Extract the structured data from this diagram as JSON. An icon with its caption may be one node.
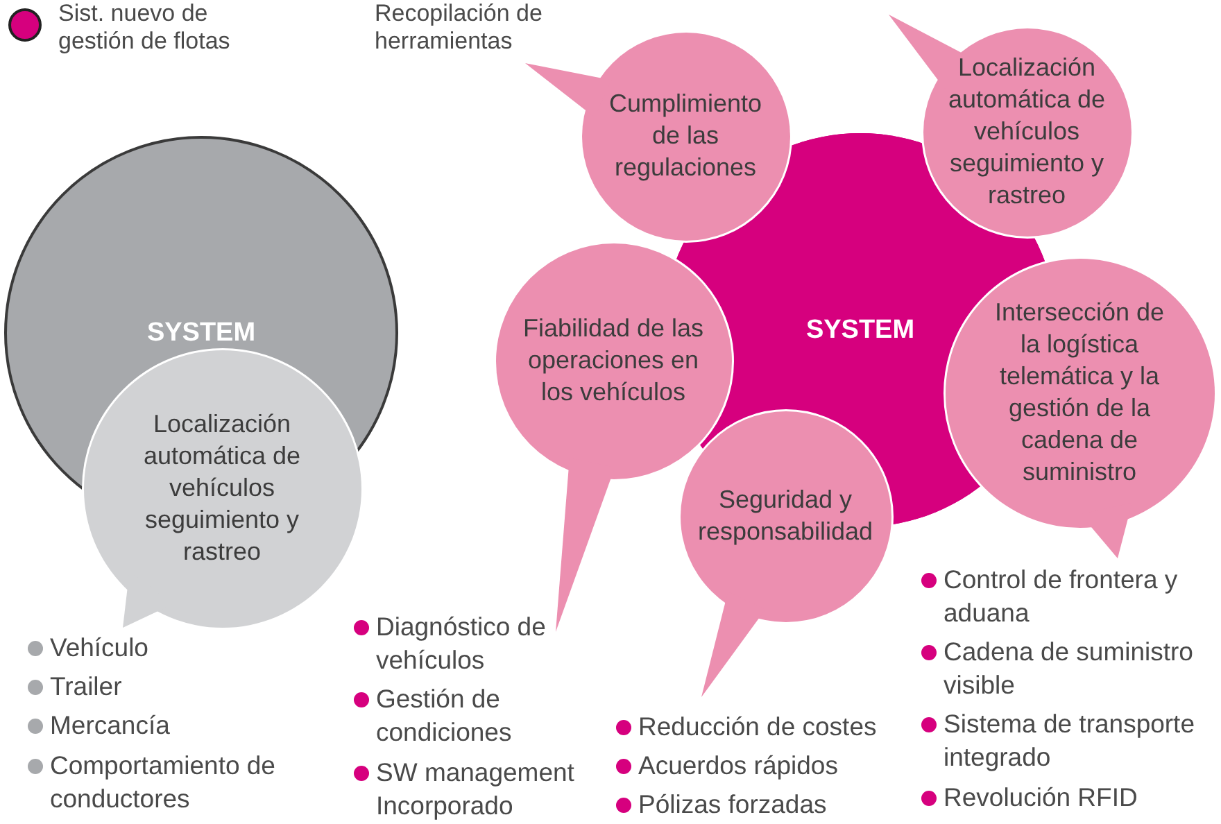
{
  "diagram": {
    "nodes": [
      {
        "text": [
          "SYSTEM"
        ]
      },
      {
        "text": [
          "Localización automática de vehículos seguimiento y rastreo"
        ]
      },
      {
        "text": [
          "SYSTEM"
        ]
      },
      {
        "text": [
          "Cumplimiento de las regulaciones"
        ]
      },
      {
        "text": [
          "Localización automática de vehículos seguimiento y rastreo"
        ]
      },
      {
        "text": [
          "Fiabilidad de las operaciones en los vehículos"
        ]
      },
      {
        "text": [
          "Intersección de la logística telemática y la gestión de la cadena de suministro"
        ]
      },
      {
        "text": [
          "Seguridad y responsabilidad"
        ]
      }
    ],
    "labels": [
      "Vehículo",
      "Trailer",
      "Mercancía",
      "Comportamiento de conductores",
      "Diagnóstico de vehículos",
      "Gestión de condiciones",
      "SW management Incorporado",
      "Reducción de costes",
      "Acuerdos rápidos",
      "Pólizas forzadas",
      "Control de frontera y aduana",
      "Cadena de suministro visible",
      "Sistema de transporte integrado",
      "Revolución RFID"
    ],
    "legend": [
      {
        "text": "Sist. nuevo de gestión de flotas",
        "color": "#d6007e"
      },
      {
        "text": "Recopilación de herramientas"
      }
    ]
  }
}
